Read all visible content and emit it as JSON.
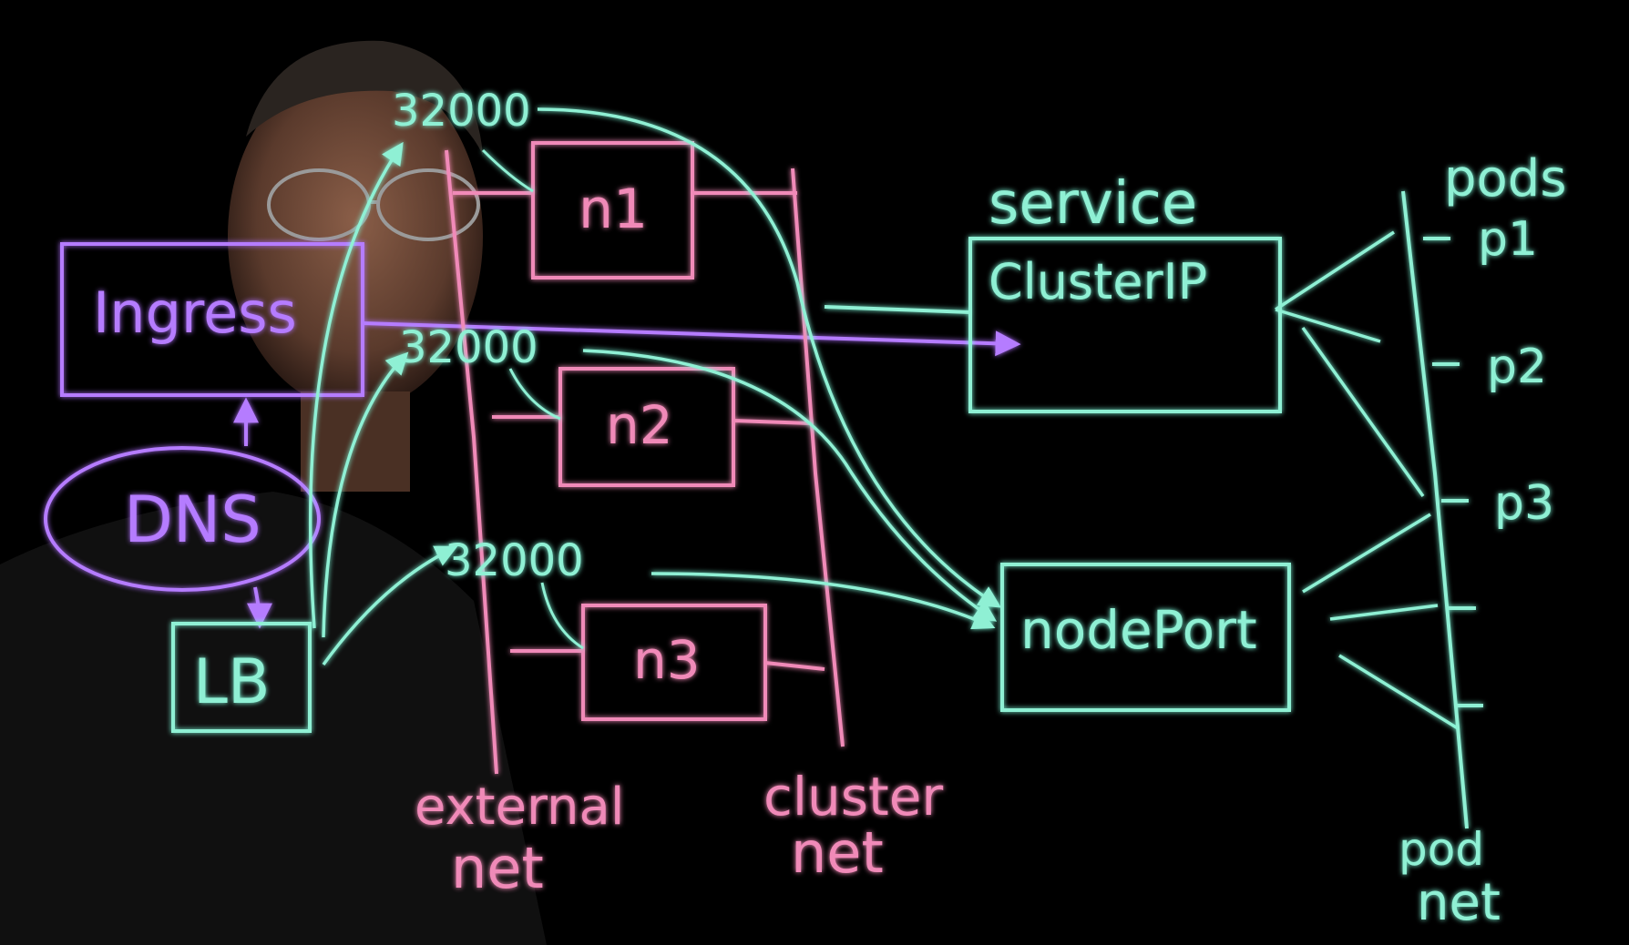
{
  "colors": {
    "background": "#000000",
    "purple": "#b57cff",
    "pink": "#f08ab8",
    "teal": "#8ff0d4",
    "person_skin": "#6a4636",
    "person_shirt": "#141414"
  },
  "diagram": {
    "ingress_label": "Ingress",
    "dns_label": "DNS",
    "lb_label": "LB",
    "nodeport_numbers": [
      "32000",
      "32000",
      "32000"
    ],
    "node_labels": [
      "n1",
      "n2",
      "n3"
    ],
    "external_net_label": [
      "external",
      "net"
    ],
    "cluster_net_label": [
      "cluster",
      "net"
    ],
    "service_label": "service",
    "clusterip_label": "ClusterIP",
    "nodeport_label": "nodePort",
    "pods_label": "pods",
    "pod_labels": [
      "p1",
      "p2",
      "p3"
    ],
    "pod_net_label": [
      "pod",
      "net"
    ]
  }
}
